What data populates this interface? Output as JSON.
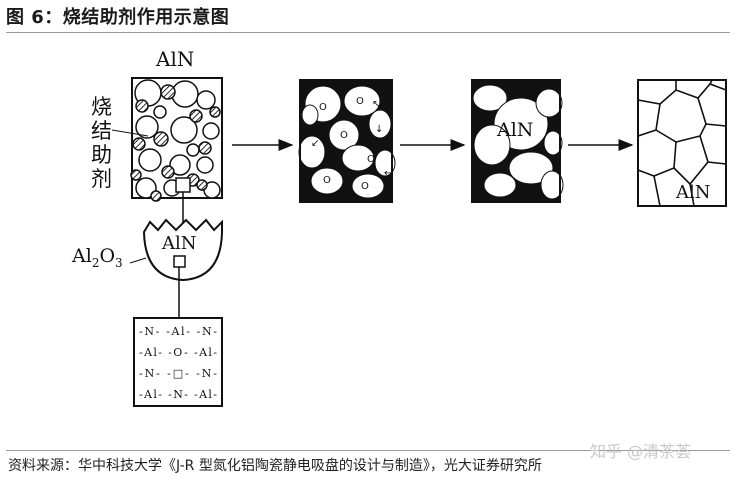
{
  "title": "图 6：烧结助剂作用示意图",
  "source": "资料来源：华中科技大学《J-R 型氮化铝陶瓷静电吸盘的设计与制造》，光大证券研究所",
  "watermark": "知乎 @清茶荟",
  "diagram": {
    "grain_label": "AlN",
    "aid_label_chars": [
      "烧",
      "结",
      "助",
      "剂"
    ],
    "alumina_label": "Al2O3",
    "alumina_label_parts": [
      "Al",
      "2",
      "O",
      "3"
    ],
    "lattice_rows": [
      "-N- -Al- -N-",
      "-Al- -O- -Al-",
      "-N- -□- -N-",
      "-Al- -N- -Al-"
    ]
  }
}
